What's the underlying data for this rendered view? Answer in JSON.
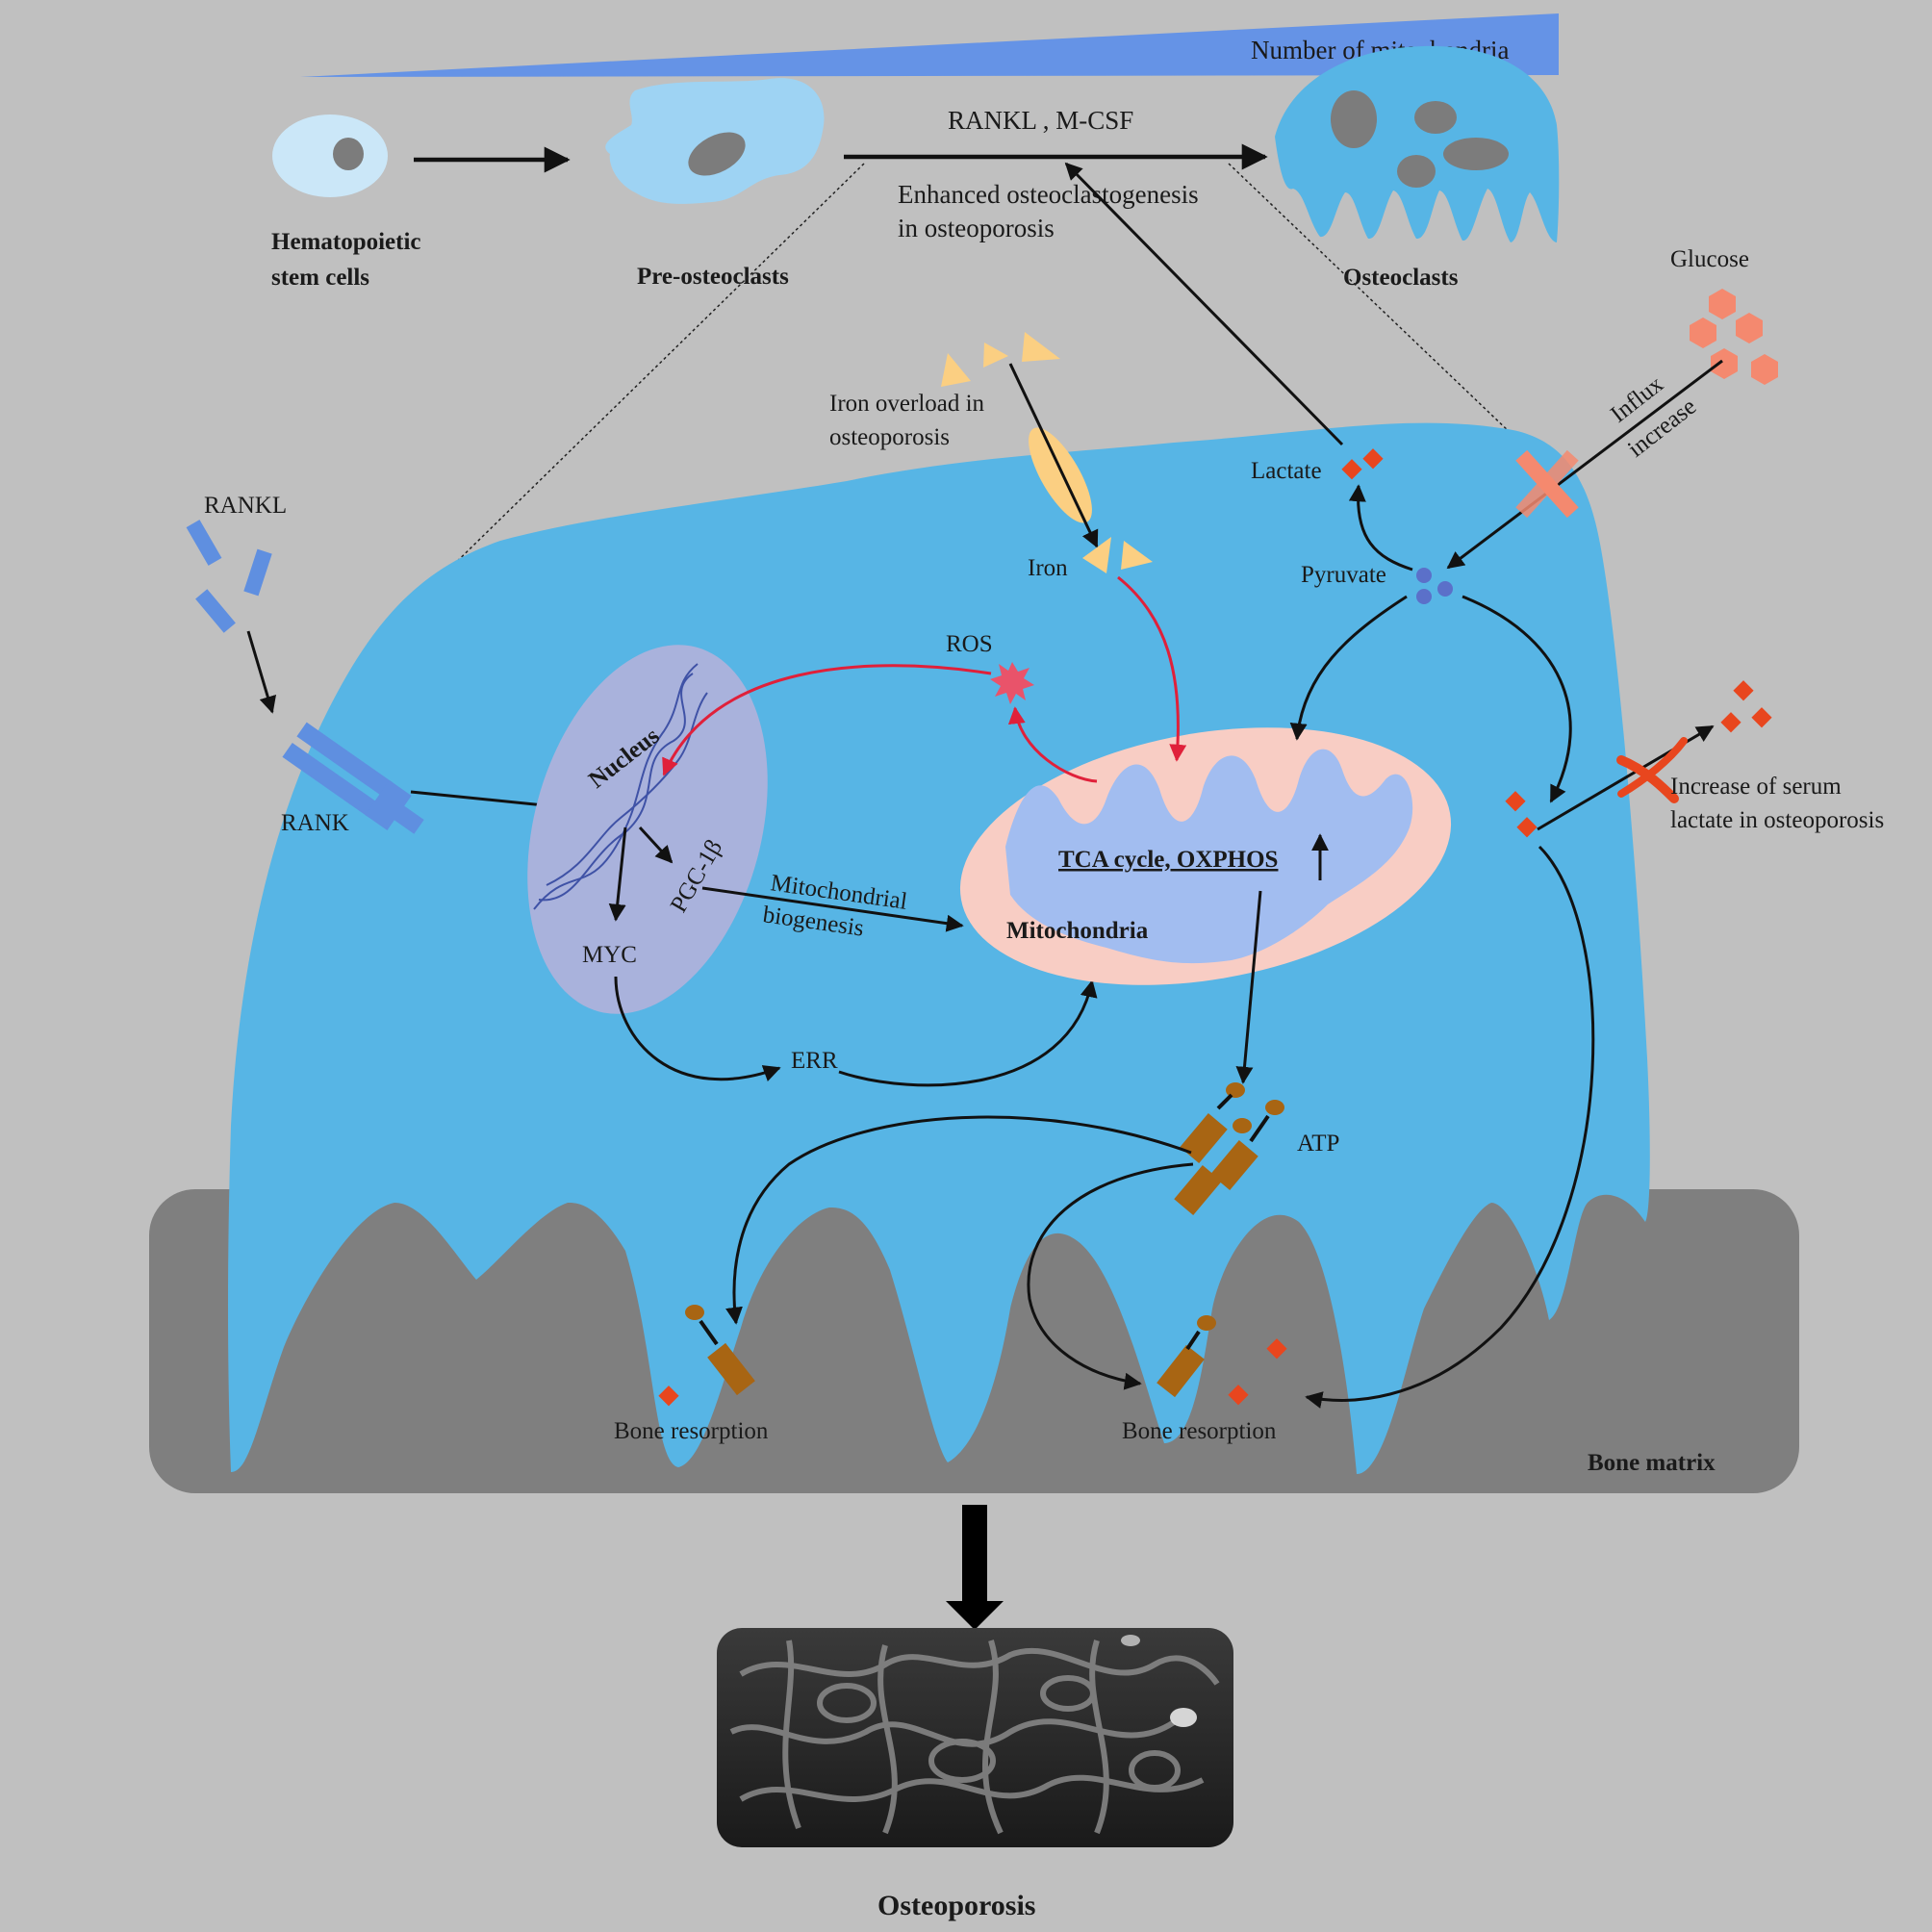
{
  "labels": {
    "num_mito": "Number of mitochondria",
    "hsc1": "Hematopoietic",
    "hsc2": "stem cells",
    "preosteo": "Pre-osteoclasts",
    "osteoclasts": "Osteoclasts",
    "rankl_mcsf": "RANKL , M-CSF",
    "enh1": "Enhanced osteoclastogenesis",
    "enh2": "in osteoporosis",
    "glucose": "Glucose",
    "influx1": "Influx",
    "influx2": "increase",
    "iron_over1": "Iron overload in",
    "iron_over2": "osteoporosis",
    "lactate": "Lactate",
    "rankl": "RANKL",
    "iron": "Iron",
    "pyruvate": "Pyruvate",
    "ros": "ROS",
    "nucleus": "Nucleus",
    "rank": "RANK",
    "pgc": "PGC-1β",
    "mito_bio1": "Mitochondrial",
    "mito_bio2": "biogenesis",
    "tca": "TCA cycle, OXPHOS",
    "mito": "Mitochondria",
    "myc": "MYC",
    "err": "ERR",
    "serum1": "Increase of serum",
    "serum2": "lactate in osteoporosis",
    "atp": "ATP",
    "bone_res1": "Bone resorption",
    "bone_res2": "Bone resorption",
    "bone_matrix": "Bone matrix",
    "osteoporosis": "Osteoporosis"
  },
  "colors": {
    "background": "#c0c0c0",
    "cell": "#57b5e5",
    "bone": "#7f7f7f",
    "mitochondria_outer": "#f8cdc4",
    "mitochondria_inner": "#a2bdf0",
    "nucleus": "#a9b2dc",
    "lactate": "#e8461e",
    "iron": "#fbcf82",
    "glucose": "#f4896f",
    "atp_synthase": "#a86513",
    "red_arrow": "#e0203a"
  }
}
